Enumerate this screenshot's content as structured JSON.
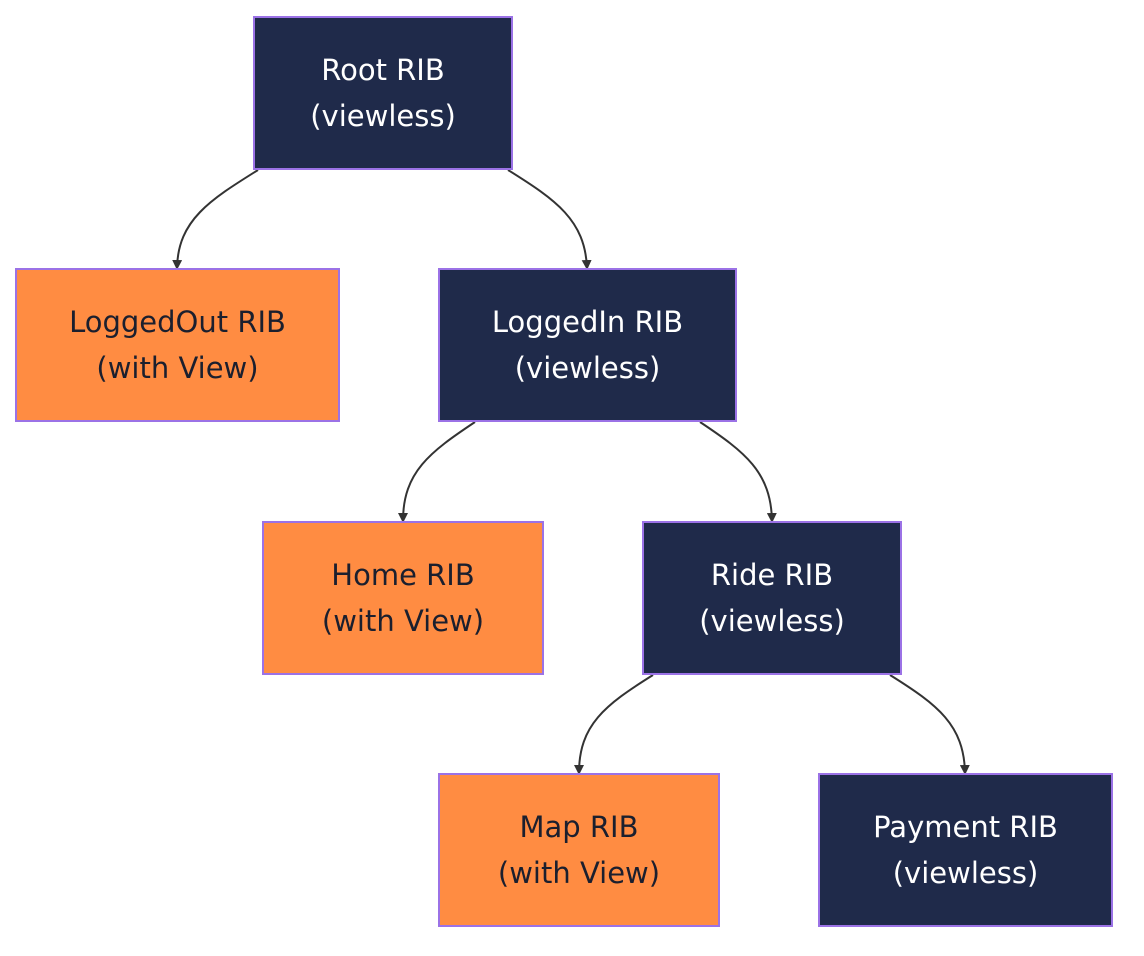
{
  "diagram": {
    "nodes": {
      "root": {
        "title": "Root RIB",
        "subtitle": "(viewless)",
        "kind": "viewless"
      },
      "loggedout": {
        "title": "LoggedOut RIB",
        "subtitle": "(with View)",
        "kind": "with-view"
      },
      "loggedin": {
        "title": "LoggedIn RIB",
        "subtitle": "(viewless)",
        "kind": "viewless"
      },
      "home": {
        "title": "Home RIB",
        "subtitle": "(with View)",
        "kind": "with-view"
      },
      "ride": {
        "title": "Ride RIB",
        "subtitle": "(viewless)",
        "kind": "viewless"
      },
      "map": {
        "title": "Map RIB",
        "subtitle": "(with View)",
        "kind": "with-view"
      },
      "payment": {
        "title": "Payment RIB",
        "subtitle": "(viewless)",
        "kind": "viewless"
      }
    },
    "edges": [
      {
        "from": "root",
        "to": "loggedout"
      },
      {
        "from": "root",
        "to": "loggedin"
      },
      {
        "from": "loggedin",
        "to": "home"
      },
      {
        "from": "loggedin",
        "to": "ride"
      },
      {
        "from": "ride",
        "to": "map"
      },
      {
        "from": "ride",
        "to": "payment"
      }
    ],
    "colors": {
      "viewless_fill": "#1f2a4a",
      "with_view_fill": "#ff8c42",
      "node_border": "#9b72e6",
      "edge": "#333333"
    }
  }
}
